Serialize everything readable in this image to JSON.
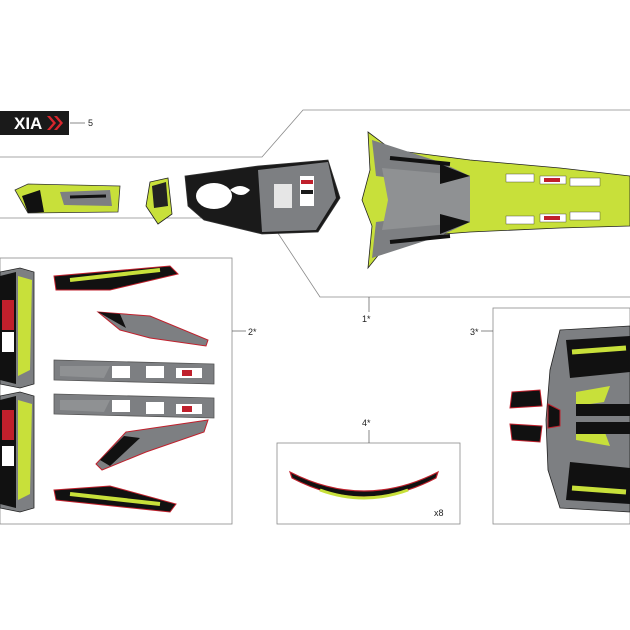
{
  "badge": {
    "text": "XIA"
  },
  "callouts": {
    "item_5": "5",
    "item_1": "1*",
    "item_2": "2*",
    "item_3": "3*",
    "item_4": "4*",
    "qty_4": "x8"
  },
  "colors": {
    "lime": "#c8e03a",
    "grey": "#7d7f82",
    "black": "#111111",
    "red": "#c0202c",
    "outline": "#555555"
  }
}
